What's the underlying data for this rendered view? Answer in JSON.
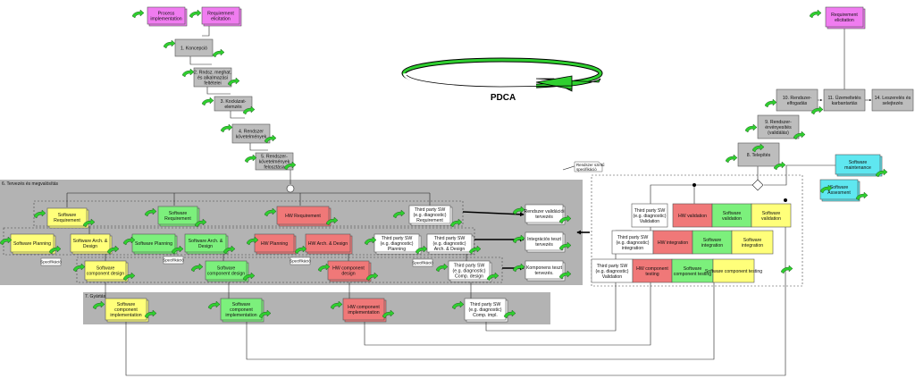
{
  "colors": {
    "magenta": "#f07cf0",
    "gray": "#bdbdbd",
    "yellow": "#ffff7a",
    "green": "#7cf07c",
    "red": "#f07878",
    "white": "#ffffff",
    "cyan": "#5fe7f0",
    "panel": "#b3b3b3",
    "arrow_green": "#2fcf2f"
  },
  "pdca_label": "PDCA",
  "top": {
    "process_impl": [
      "Process",
      "implementation"
    ],
    "req_elicit": [
      "Requirement",
      "elicitation"
    ],
    "req_elicit_right": [
      "Requirement",
      "elicitation"
    ]
  },
  "steps": {
    "s1": [
      "1. Koncepció"
    ],
    "s2": [
      "2. Rndsz. meghat.",
      "és alkalmazási",
      "feltételei"
    ],
    "s3": [
      "3. Kockázat-",
      "elemzés"
    ],
    "s4": [
      "4. Rendszer",
      "követelmények"
    ],
    "s5": [
      "5. Rendszer-",
      "követelmények",
      "felosztása"
    ],
    "s8": [
      "8. Telepítés"
    ],
    "s9": [
      "9. Rendszer-",
      "érvényesítés",
      "(validálás)"
    ],
    "s10": [
      "10. Rendszer-",
      "elfogadás"
    ],
    "s11": [
      "11. Üzemeltetés",
      "karbantartás"
    ],
    "s14": [
      "14. Leszerelés és",
      "selejtezés"
    ]
  },
  "panel6_title": "6. Tervezés és megvalósítás",
  "panel7_title": "7. Gyártás",
  "note_label": [
    "Rendszer szintű",
    "specifikáció"
  ],
  "spec_label": "Specifikáció",
  "design": {
    "sw_req_y": [
      "Software",
      "Requirement"
    ],
    "sw_req_g": [
      "Software",
      "Requirement"
    ],
    "hw_req": [
      "HW Requirement"
    ],
    "tp_req": [
      "Third party SW",
      "(e.g. diagnostic)",
      "Requirement"
    ],
    "sw_plan_y": [
      "Software Planning"
    ],
    "sw_arch_y": [
      "Software Arch. &",
      "Design"
    ],
    "sw_plan_g": [
      "Software Planning"
    ],
    "sw_arch_g": [
      "Software Arch. &",
      "Design"
    ],
    "hw_plan": [
      "HW Planning"
    ],
    "hw_arch": [
      "HW Arch. & Design"
    ],
    "tp_plan": [
      "Third party SW",
      "(e.g. diagnostic)",
      "Planning"
    ],
    "tp_arch": [
      "Third party SW",
      "(e.g. diagnostic)",
      "Arch. & Design"
    ],
    "sw_comp_y": [
      "Software",
      "component design"
    ],
    "sw_comp_g": [
      "Software",
      "component design"
    ],
    "hw_comp": [
      "HW component",
      "design"
    ],
    "tp_comp": [
      "Third party SW",
      "(e.g. diagnostic)",
      "Comp. design"
    ]
  },
  "test_plans": {
    "sys_val": [
      "Rendszer validációi",
      "tervezés"
    ],
    "integ": [
      "Integrációs teszt",
      "tervezés"
    ],
    "comp": [
      "Komponens teszt",
      "tervezés."
    ]
  },
  "impl": {
    "sw_impl_y": [
      "Software",
      "component",
      "implementation"
    ],
    "sw_impl_g": [
      "Software",
      "component",
      "implementation"
    ],
    "hw_impl": [
      "HW component",
      "implementation"
    ],
    "tp_impl": [
      "Third party SW",
      "(e.g. diagnostic)",
      "Comp. impl."
    ]
  },
  "verify": {
    "tp_val1": [
      "Third party SW",
      "(e.g. diagnostic)",
      "Validation"
    ],
    "hw_val": [
      "HW validation"
    ],
    "sw_val_g": [
      "Software",
      "validation"
    ],
    "sw_val_y": [
      "Software",
      "validation"
    ],
    "tp_integ": [
      "Third party SW",
      "(e.g. diagnostic)",
      "integration"
    ],
    "hw_integ": [
      "HW integration"
    ],
    "sw_integ_g": [
      "Software",
      "integration"
    ],
    "sw_integ_y": [
      "Software",
      "integration"
    ],
    "tp_val2": [
      "Third party SW",
      "(e.g. diagnostic)",
      "Validation"
    ],
    "hw_test": [
      "HW component",
      "testing"
    ],
    "sw_test_g": [
      "Software",
      "component testing"
    ],
    "sw_test_y": [
      "Software component testing"
    ]
  },
  "maint": {
    "sw_maint": [
      "Software",
      "maintenance"
    ],
    "sw_assess": [
      "Software",
      "Assesment"
    ]
  }
}
